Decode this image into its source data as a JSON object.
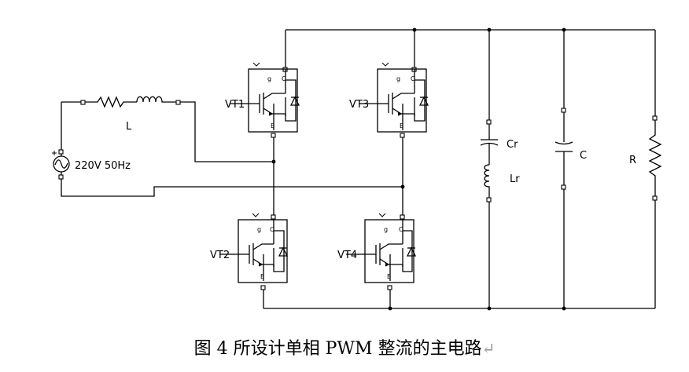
{
  "labels": {
    "vt1": "VT1",
    "vt2": "VT2",
    "vt3": "VT3",
    "vt4": "VT4",
    "inductor_l": "L",
    "source": "220V 50Hz",
    "cr": "Cr",
    "lr": "Lr",
    "c": "C",
    "r": "R",
    "pin_g": "g",
    "pin_c": "C",
    "pin_e": "E"
  },
  "caption": {
    "text": "图 4 所设计单相 PWM 整流的主电路",
    "mark": "↵"
  }
}
